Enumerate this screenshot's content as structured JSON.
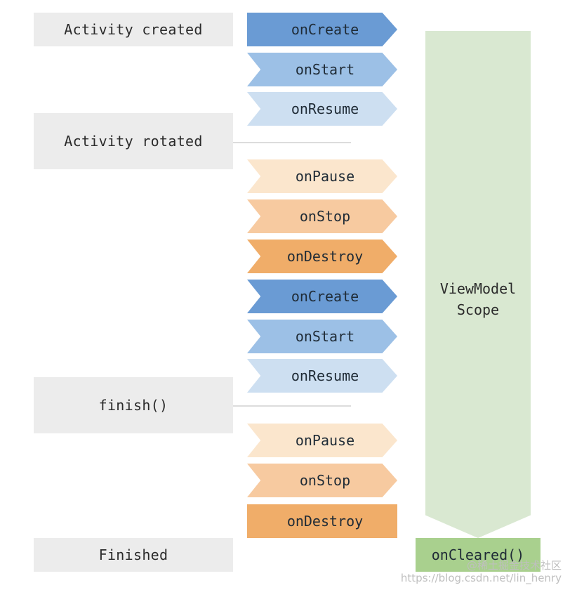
{
  "events": [
    {
      "label": "Activity created"
    },
    {
      "label": "Activity rotated"
    },
    {
      "label": "finish()"
    },
    {
      "label": "Finished"
    }
  ],
  "steps": [
    {
      "label": "onCreate",
      "color": "#6a9bd4"
    },
    {
      "label": "onStart",
      "color": "#9cc0e6"
    },
    {
      "label": "onResume",
      "color": "#cddff1"
    },
    {
      "label": "onPause",
      "color": "#fbe6cd"
    },
    {
      "label": "onStop",
      "color": "#f7caa0"
    },
    {
      "label": "onDestroy",
      "color": "#f0ad69"
    },
    {
      "label": "onCreate",
      "color": "#6a9bd4"
    },
    {
      "label": "onStart",
      "color": "#9cc0e6"
    },
    {
      "label": "onResume",
      "color": "#cddff1"
    },
    {
      "label": "onPause",
      "color": "#fbe6cd"
    },
    {
      "label": "onStop",
      "color": "#f7caa0"
    },
    {
      "label": "onDestroy",
      "color": "#f0ad69"
    }
  ],
  "scope": {
    "line1": "ViewModel",
    "line2": "Scope",
    "color": "#d9e8d1"
  },
  "cleared": {
    "label": "onCleared()",
    "color": "#a9d08e"
  },
  "watermark": {
    "line1": "@稀土掘金技术社区",
    "line2": "https://blog.csdn.net/lin_henry"
  }
}
